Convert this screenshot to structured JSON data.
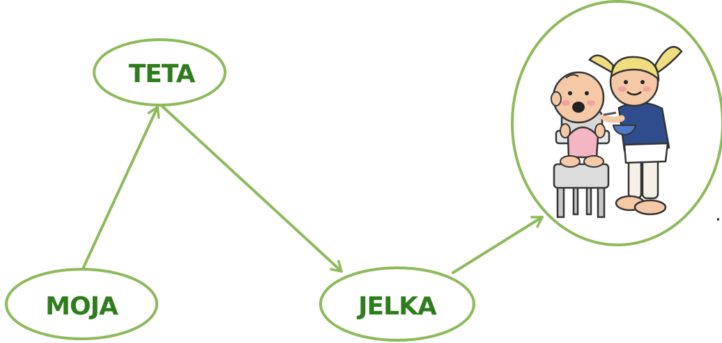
{
  "colors": {
    "node_stroke": "#8dba5a",
    "arrow_stroke": "#8dba5a",
    "label_fill": "#2e7d1c"
  },
  "nodes": {
    "teta": {
      "label": "TETA"
    },
    "moja": {
      "label": "MOJA"
    },
    "jelka": {
      "label": "JELKA"
    }
  },
  "picture": {
    "icon": "babysitter-feeding-baby-icon"
  },
  "punctuation": "."
}
